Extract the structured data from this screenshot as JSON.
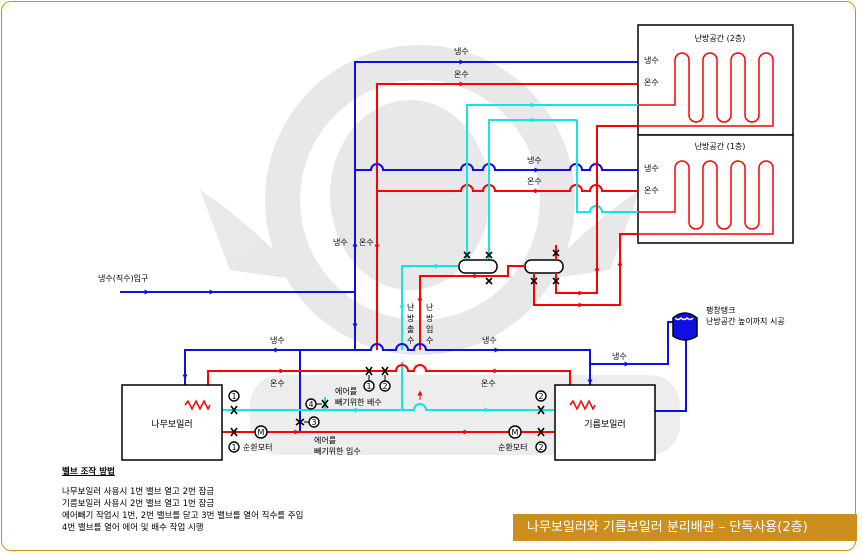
{
  "banner": {
    "title": "나무보일러와 기름보일러 분리배관 – 단독사용(2층)"
  },
  "colors": {
    "cold": "#1010e6",
    "hot": "#ff0000",
    "return": "#10e6e6",
    "frame": "#d4900f",
    "banner": "#cc8f1e"
  },
  "rooms": {
    "floor2": {
      "title": "난방공간 (2층)",
      "cold": "냉수",
      "hot": "온수"
    },
    "floor1": {
      "title": "난방공간 (1층)",
      "cold": "냉수",
      "hot": "온수"
    }
  },
  "pipes": {
    "top_cold": "냉수",
    "top_hot": "온수",
    "mid_cold": "냉수",
    "mid_hot": "온수",
    "riser_cold": "냉수",
    "riser_hot": "온수",
    "inlet": "냉수(직수)입구",
    "heating_out": [
      "난",
      "방",
      "출",
      "수"
    ],
    "heating_in": [
      "난",
      "방",
      "입",
      "수"
    ],
    "bottom_cold_left": "냉수",
    "bottom_cold_right": "냉수",
    "bottom_cold_tank": "냉수",
    "hot_left": "온수",
    "hot_right": "온수"
  },
  "expansion_tank": {
    "line1": "팽창탱크",
    "line2": "난방공간 높이까지 시공"
  },
  "boilers": {
    "wood": {
      "name": "나무보일러",
      "pump": "순환모터",
      "pump_symbol": "M",
      "valve_top": "1",
      "valve_bottom": "1"
    },
    "oil": {
      "name": "기름보일러",
      "pump": "순환모터",
      "pump_symbol": "M",
      "valve_top": "2",
      "valve_bottom": "2"
    }
  },
  "valves": {
    "v1": "1",
    "v2": "2",
    "v3": "3",
    "v4": "4",
    "drain_label_1": "에어를",
    "drain_label_2": "빼기위한 배수",
    "fill_label_1": "에어를",
    "fill_label_2": "빼기위한 입수"
  },
  "notes": {
    "title": "밸브 조작 방법",
    "lines": [
      "나무보일러 사용시 1번 밸브 열고 2번 잠금",
      "기름보일러 사용시 2번 밸브 열고 1번 잠금",
      "에어빼기 작업시 1번, 2번 밸브를 닫고 3번 밸브를 열어 직수를 주입",
      "4번 밸브를 열어 에어 및 배수 작업 시행"
    ]
  }
}
